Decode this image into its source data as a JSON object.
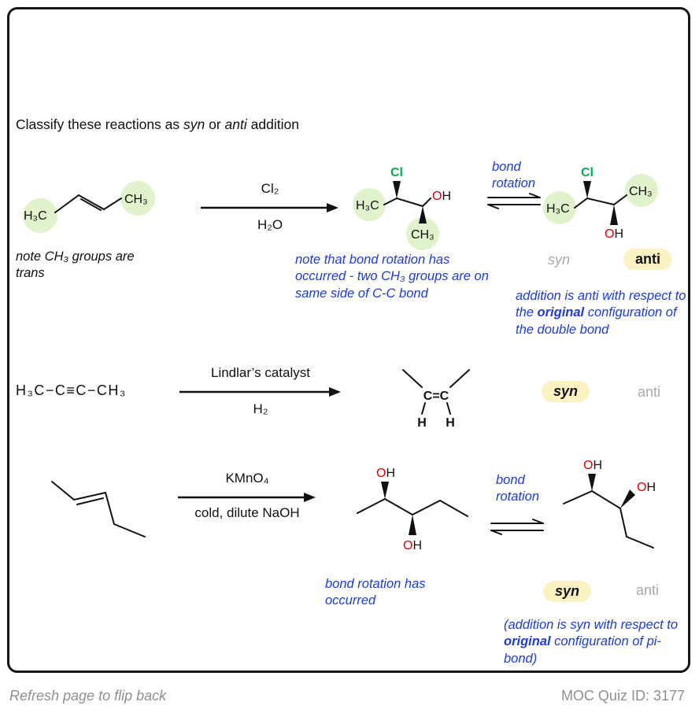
{
  "colors": {
    "annotation_blue": "#1c3bd8",
    "chlorine_green": "#00b050",
    "oxygen_red": "#e00000",
    "highlight_green": "#ddf2c6",
    "answer_yellow": "#fbf2c4",
    "inactive_gray": "#a9a9a9"
  },
  "title": {
    "part1": "Classify these reactions as ",
    "italic1": "syn",
    "part2": " or ",
    "italic2": "anti",
    "part3": " addition"
  },
  "atoms": {
    "h3c": "H₃C",
    "ch3": "CH₃",
    "cl": "Cl",
    "o": "O",
    "h": "H",
    "cc": "C=C"
  },
  "reaction1": {
    "substrate_note": "note CH₃ groups are trans",
    "reagent_above": "Cl₂",
    "reagent_below": "H₂O",
    "bond_rotation": "bond rotation",
    "annotation": "note that bond rotation has occurred - two CH₃ groups are on same side of C-C bond",
    "answer_syn": "syn",
    "answer_anti": "anti",
    "explanation_p1": "addition is anti with respect to the ",
    "explanation_bold": "original",
    "explanation_p2": " configuration of the double bond"
  },
  "reaction2": {
    "substrate": "H₃C−C≡C−CH₃",
    "reagent_above": "Lindlar’s catalyst",
    "reagent_below": "H₂",
    "answer_syn": "syn",
    "answer_anti": "anti"
  },
  "reaction3": {
    "reagent_above": "KMnO₄",
    "reagent_below": "cold, dilute NaOH",
    "bond_rotation": "bond rotation",
    "annotation": "bond rotation has occurred",
    "answer_syn": "syn",
    "answer_anti": "anti",
    "explanation_p1": "(addition is syn with respect to ",
    "explanation_bold": "original",
    "explanation_p2": " configuration of pi-bond)"
  },
  "footer": {
    "left": "Refresh page to flip back",
    "right": "MOC Quiz ID: 3177"
  }
}
